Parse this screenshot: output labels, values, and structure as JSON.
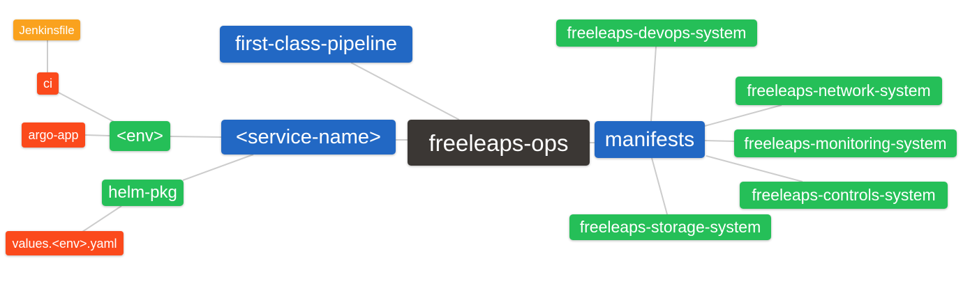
{
  "canvas": {
    "background": "#ffffff",
    "edge_color": "#cccccc"
  },
  "palette": {
    "primary_blue": "#2268c4",
    "root_dark": "#3b3734",
    "branch_green": "#25bf58",
    "leaf_red": "#fb4a1c",
    "leaf_orange": "#faa21e",
    "text": "#ffffff"
  },
  "nodes": {
    "jenkinsfile": {
      "label": "Jenkinsfile",
      "color": "#faa21e"
    },
    "ci": {
      "label": "ci",
      "color": "#fb4a1c"
    },
    "argo_app": {
      "label": "argo-app",
      "color": "#fb4a1c"
    },
    "env": {
      "label": "<env>",
      "color": "#25bf58"
    },
    "helm_pkg": {
      "label": "helm-pkg",
      "color": "#25bf58"
    },
    "values_env_yaml": {
      "label": "values.<env>.yaml",
      "color": "#fb4a1c"
    },
    "first_class_pipeline": {
      "label": "first-class-pipeline",
      "color": "#2268c4"
    },
    "service_name": {
      "label": "<service-name>",
      "color": "#2268c4"
    },
    "freeleaps_ops": {
      "label": "freeleaps-ops",
      "color": "#3b3734"
    },
    "manifests": {
      "label": "manifests",
      "color": "#2268c4"
    },
    "devops_system": {
      "label": "freeleaps-devops-system",
      "color": "#25bf58"
    },
    "network_system": {
      "label": "freeleaps-network-system",
      "color": "#25bf58"
    },
    "monitoring_system": {
      "label": "freeleaps-monitoring-system",
      "color": "#25bf58"
    },
    "controls_system": {
      "label": "freeleaps-controls-system",
      "color": "#25bf58"
    },
    "storage_system": {
      "label": "freeleaps-storage-system",
      "color": "#25bf58"
    }
  },
  "edges": [
    {
      "from": "jenkinsfile",
      "to": "ci"
    },
    {
      "from": "ci",
      "to": "env"
    },
    {
      "from": "argo_app",
      "to": "env"
    },
    {
      "from": "env",
      "to": "service_name"
    },
    {
      "from": "helm_pkg",
      "to": "service_name"
    },
    {
      "from": "helm_pkg",
      "to": "values_env_yaml"
    },
    {
      "from": "first_class_pipeline",
      "to": "freeleaps_ops"
    },
    {
      "from": "service_name",
      "to": "freeleaps_ops"
    },
    {
      "from": "freeleaps_ops",
      "to": "manifests"
    },
    {
      "from": "manifests",
      "to": "devops_system"
    },
    {
      "from": "manifests",
      "to": "network_system"
    },
    {
      "from": "manifests",
      "to": "monitoring_system"
    },
    {
      "from": "manifests",
      "to": "controls_system"
    },
    {
      "from": "manifests",
      "to": "storage_system"
    }
  ]
}
